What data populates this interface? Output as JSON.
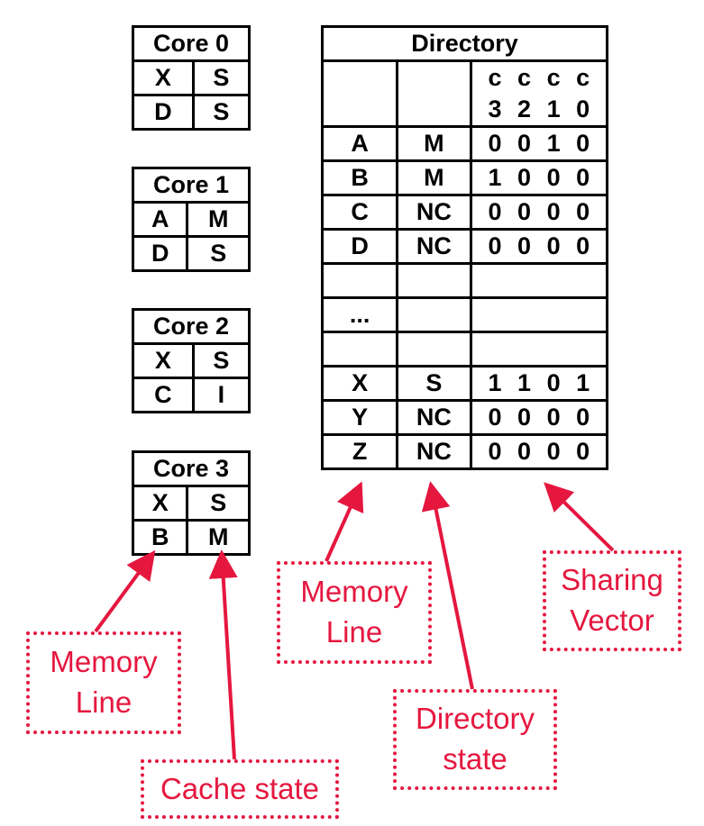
{
  "cores": [
    {
      "title": "Core 0",
      "rows": [
        [
          "X",
          "S"
        ],
        [
          "D",
          "S"
        ]
      ]
    },
    {
      "title": "Core 1",
      "rows": [
        [
          "A",
          "M"
        ],
        [
          "D",
          "S"
        ]
      ]
    },
    {
      "title": "Core 2",
      "rows": [
        [
          "X",
          "S"
        ],
        [
          "C",
          "I"
        ]
      ]
    },
    {
      "title": "Core 3",
      "rows": [
        [
          "X",
          "S"
        ],
        [
          "B",
          "M"
        ]
      ]
    }
  ],
  "directory": {
    "title": "Directory",
    "vector_header_top": "c c c c",
    "vector_header_bottom": "3 2 1 0",
    "rows": [
      [
        "A",
        "M",
        "0 0 1 0"
      ],
      [
        "B",
        "M",
        "1 0 0 0"
      ],
      [
        "C",
        "NC",
        "0 0 0 0"
      ],
      [
        "D",
        "NC",
        "0 0 0 0"
      ],
      [
        "",
        "",
        ""
      ],
      [
        "...",
        "",
        ""
      ],
      [
        "",
        "",
        ""
      ],
      [
        "X",
        "S",
        "1 1 0 1"
      ],
      [
        "Y",
        "NC",
        "0 0 0 0"
      ],
      [
        "Z",
        "NC",
        "0 0 0 0"
      ]
    ]
  },
  "callouts": {
    "core_memory_line": "Memory Line",
    "cache_state": "Cache state",
    "dir_memory_line": "Memory Line",
    "directory_state": "Directory state",
    "sharing_vector": "Sharing Vector"
  },
  "colors": {
    "annotation": "#e5173f",
    "grid": "#000000"
  }
}
